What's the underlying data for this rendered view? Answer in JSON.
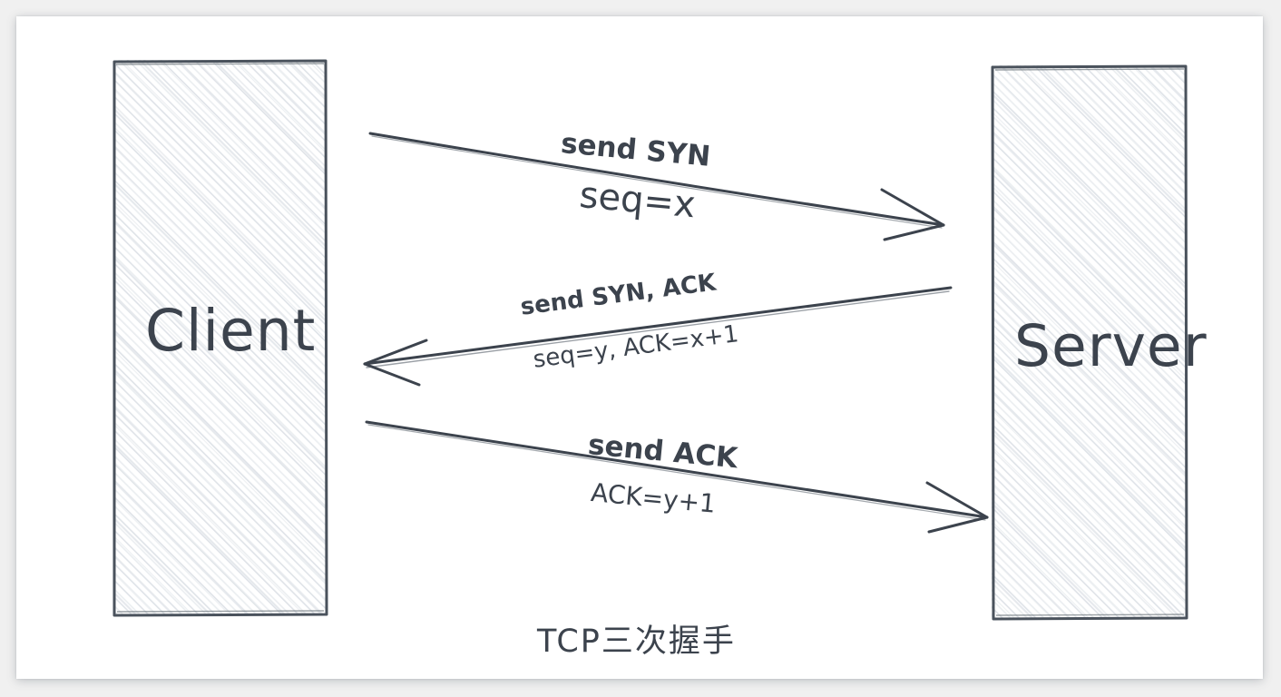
{
  "diagram": {
    "caption": "TCP三次握手",
    "background_color": "#f0f0f0",
    "card_color": "#ffffff",
    "ink_color": "#3c434d",
    "hatch_color": "#dfe3e8",
    "nodes": [
      {
        "id": "client",
        "label": "Client"
      },
      {
        "id": "server",
        "label": "Server"
      }
    ],
    "messages": [
      {
        "step": 1,
        "direction": "client-to-server",
        "top_label": "send SYN",
        "bottom_label": "seq=x"
      },
      {
        "step": 2,
        "direction": "server-to-client",
        "top_label": "send SYN, ACK",
        "bottom_label": "seq=y, ACK=x+1"
      },
      {
        "step": 3,
        "direction": "client-to-server",
        "top_label": "send ACK",
        "bottom_label": "ACK=y+1"
      }
    ]
  }
}
